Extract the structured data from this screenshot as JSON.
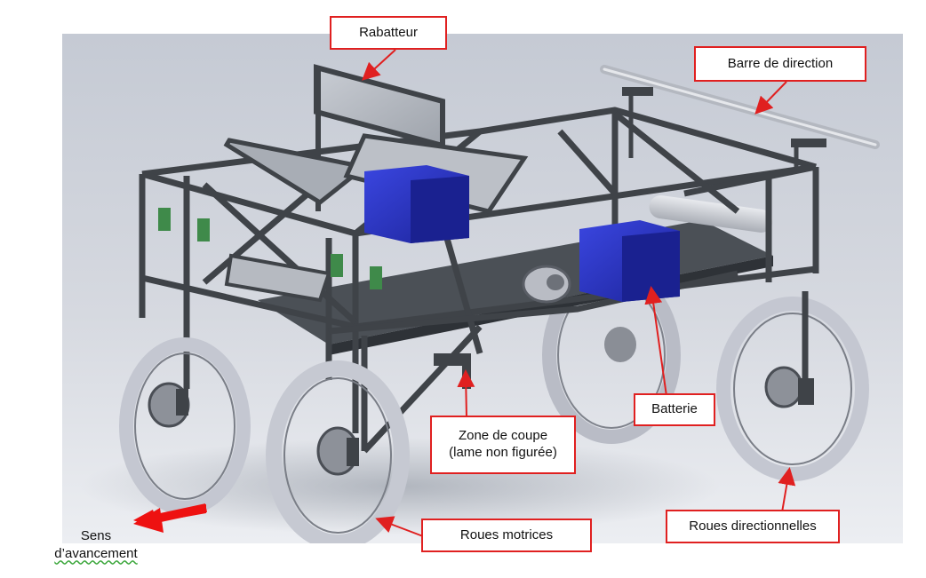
{
  "labels": {
    "rabatteur": "Rabatteur",
    "barre_direction": "Barre de direction",
    "batterie": "Batterie",
    "zone_coupe_line1": "Zone de coupe",
    "zone_coupe_line2": "(lame non figurée)",
    "roues_motrices": "Roues motrices",
    "roues_directionnelles": "Roues directionnelles",
    "sens_line1": "Sens",
    "sens_line2": "d’avancement"
  },
  "colors": {
    "callout_border": "#e02020",
    "arrow": "#e02020",
    "frame": "#3f4348",
    "battery": "#2a33c8",
    "tire": "#c9ccd6",
    "background_top": "#c7ccd6",
    "background_bottom": "#e9ebef"
  },
  "icons": {
    "direction_arrow": "thick-left-arrow-icon"
  }
}
